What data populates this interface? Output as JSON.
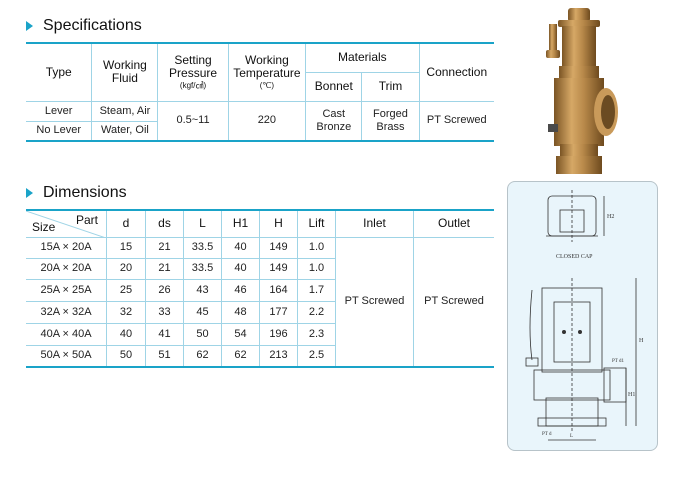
{
  "specifications": {
    "title": "Specifications",
    "headers": {
      "type": "Type",
      "working_fluid": [
        "Working",
        "Fluid"
      ],
      "setting_pressure": [
        "Setting",
        "Pressure"
      ],
      "setting_pressure_unit": "(kgf/㎠)",
      "working_temperature": [
        "Working",
        "Temperature"
      ],
      "working_temperature_unit": "(℃)",
      "materials": "Materials",
      "bonnet": "Bonnet",
      "trim": "Trim",
      "connection": "Connection"
    },
    "rows": [
      {
        "type": "Lever",
        "fluid": "Steam, Air"
      },
      {
        "type": "No Lever",
        "fluid": "Water, Oil"
      }
    ],
    "setting_pressure": "0.5~11",
    "working_temperature": "220",
    "bonnet": [
      "Cast",
      "Bronze"
    ],
    "trim": [
      "Forged",
      "Brass"
    ],
    "connection": "PT Screwed"
  },
  "dimensions": {
    "title": "Dimensions",
    "header_part": "Part",
    "header_size": "Size",
    "columns": [
      "d",
      "ds",
      "L",
      "H1",
      "H",
      "Lift",
      "Inlet",
      "Outlet"
    ],
    "rows": [
      {
        "size": "15A × 20A",
        "d": "15",
        "ds": "21",
        "L": "33.5",
        "H1": "40",
        "H": "149",
        "lift": "1.0"
      },
      {
        "size": "20A × 20A",
        "d": "20",
        "ds": "21",
        "L": "33.5",
        "H1": "40",
        "H": "149",
        "lift": "1.0"
      },
      {
        "size": "25A × 25A",
        "d": "25",
        "ds": "26",
        "L": "43",
        "H1": "46",
        "H": "164",
        "lift": "1.7"
      },
      {
        "size": "32A × 32A",
        "d": "32",
        "ds": "33",
        "L": "45",
        "H1": "48",
        "H": "177",
        "lift": "2.2"
      },
      {
        "size": "40A × 40A",
        "d": "40",
        "ds": "41",
        "L": "50",
        "H1": "54",
        "H": "196",
        "lift": "2.3"
      },
      {
        "size": "50A × 50A",
        "d": "50",
        "ds": "51",
        "L": "62",
        "H1": "62",
        "H": "213",
        "lift": "2.5"
      }
    ],
    "inlet": "PT Screwed",
    "outlet": "PT Screwed"
  },
  "drawing": {
    "closed_cap_label": "CLOSED CAP",
    "h2_label": "H2",
    "h_label": "H",
    "h1_label": "H1",
    "pt_d1_label": "PT d1",
    "pt_d_label": "PT d",
    "l_label": "L"
  },
  "colors": {
    "accent": "#1aa3c8",
    "gridline": "#9fd4e6",
    "brass": "#b8894a",
    "drawing_bg": "#e9f5fb"
  }
}
